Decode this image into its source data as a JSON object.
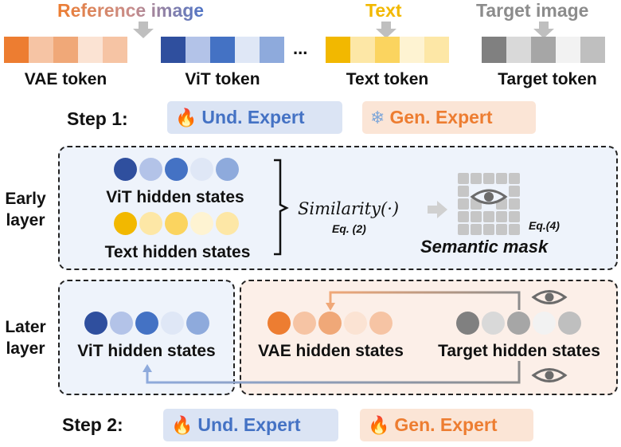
{
  "headers": {
    "reference_image": "Reference image",
    "text": "Text",
    "target_image": "Target image"
  },
  "token_labels": {
    "vae": "VAE token",
    "vit": "ViT token",
    "text": "Text token",
    "target": "Target token",
    "ellipsis": "..."
  },
  "step1": {
    "label": "Step 1:",
    "und_expert": "Und. Expert",
    "gen_expert": "Gen. Expert",
    "und_icon": "fire-icon",
    "gen_icon": "snowflake-icon"
  },
  "early": {
    "layer_label_1": "Early",
    "layer_label_2": "layer",
    "vit_hidden": "ViT hidden states",
    "text_hidden": "Text hidden states",
    "similarity": "Similarity(·)",
    "eq2": "Eq. (2)",
    "eq4": "Eq.(4)",
    "semantic_mask": "Semantic mask"
  },
  "later": {
    "layer_label_1": "Later",
    "layer_label_2": "layer",
    "vit_hidden": "ViT hidden states",
    "vae_hidden": "VAE hidden states",
    "target_hidden": "Target hidden states"
  },
  "step2": {
    "label": "Step 2:",
    "und_expert": "Und. Expert",
    "gen_expert": "Gen. Expert",
    "und_icon": "fire-icon",
    "gen_icon": "fire-icon"
  },
  "colors": {
    "orange": "#ed7d31",
    "blue": "#4472c4",
    "gold": "#f2b800",
    "gray": "#808080",
    "und_bg": "#dbe4f4",
    "gen_bg": "#fbe5d6",
    "early_bg": "#eef3fb",
    "later_right_bg": "#fcefe8"
  },
  "palettes": {
    "vae": [
      "#ed7d31",
      "#f6c4a4",
      "#f0a878",
      "#fbe3d3",
      "#f6c4a4"
    ],
    "vit": [
      "#2f4f9e",
      "#b3c3e8",
      "#4472c4",
      "#dfe7f6",
      "#8eaadc"
    ],
    "text": [
      "#f2b800",
      "#fde7a6",
      "#fbd45f",
      "#fef3d2",
      "#fde7a6"
    ],
    "target": [
      "#808080",
      "#d9d9d9",
      "#a6a6a6",
      "#f2f2f2",
      "#bfbfbf"
    ]
  }
}
